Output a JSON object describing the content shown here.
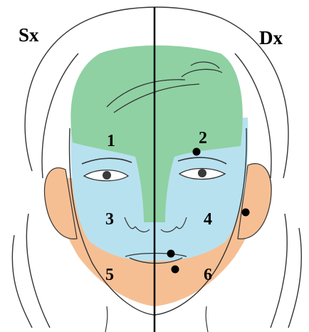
{
  "labels": {
    "left_side": "Sx",
    "right_side": "Dx"
  },
  "zones": [
    {
      "number": "1",
      "color": "#8fd1a3",
      "region": "forehead-left"
    },
    {
      "number": "2",
      "color": "#8fd1a3",
      "region": "forehead-right"
    },
    {
      "number": "3",
      "color": "#b8e1ef",
      "region": "cheek-left"
    },
    {
      "number": "4",
      "color": "#b8e1ef",
      "region": "cheek-right"
    },
    {
      "number": "5",
      "color": "#f6bf93",
      "region": "jaw-left"
    },
    {
      "number": "6",
      "color": "#f6bf93",
      "region": "jaw-right"
    }
  ],
  "colors": {
    "green_zone": "#8fd1a3",
    "blue_zone": "#b8e1ef",
    "orange_zone": "#f6bf93",
    "midline": "#000000",
    "lesion_marker": "#000000"
  },
  "lesion_markers": 4
}
